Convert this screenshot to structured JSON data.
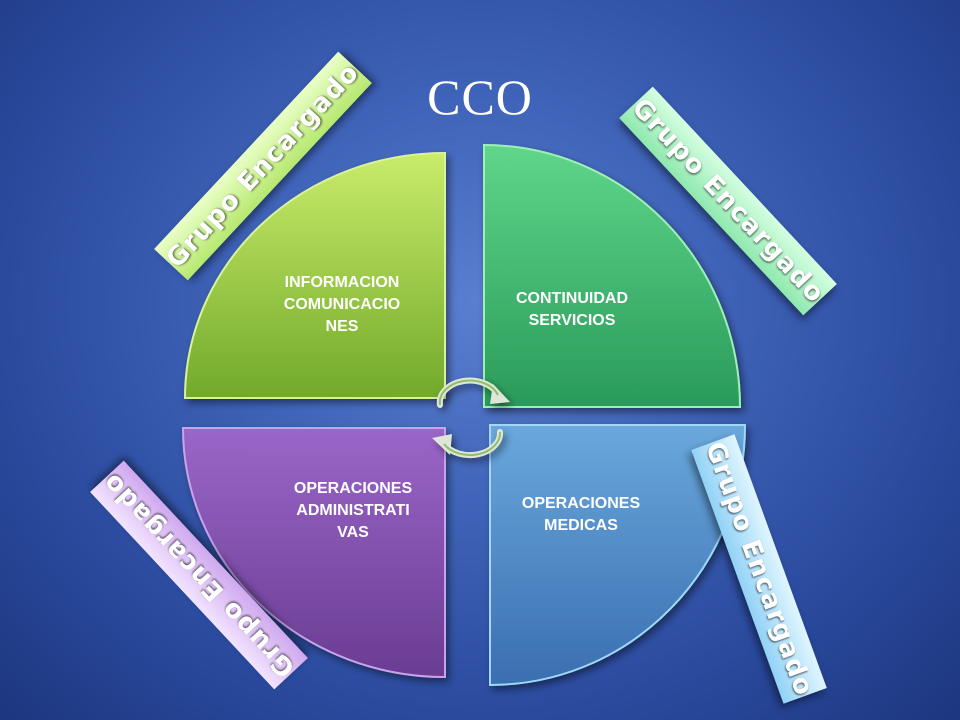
{
  "title": "CCO",
  "quadrants": [
    {
      "label": "INFORMACION\nCOMUNICACIO\nNES"
    },
    {
      "label": "CONTINUIDAD\nSERVICIOS"
    },
    {
      "label": "OPERACIONES\nADMINISTRATI\nVAS"
    },
    {
      "label": "OPERACIONES\nMEDICAS"
    }
  ],
  "banners": [
    {
      "label": "Grupo Encargado"
    },
    {
      "label": "Grupo Encargado"
    },
    {
      "label": "Grupo Encargado"
    },
    {
      "label": "Grupo Encargado"
    }
  ],
  "colors": {
    "quadrant_top_left": "#8cc63e",
    "quadrant_top_right": "#3fc27a",
    "quadrant_bottom_left": "#8a55b8",
    "quadrant_bottom_right": "#4a8fd0",
    "banner_top_left": "#c7f08a",
    "banner_top_right": "#9ff0b8",
    "banner_bottom_left": "#d8b8f0",
    "banner_bottom_right": "#9fd8f8"
  }
}
